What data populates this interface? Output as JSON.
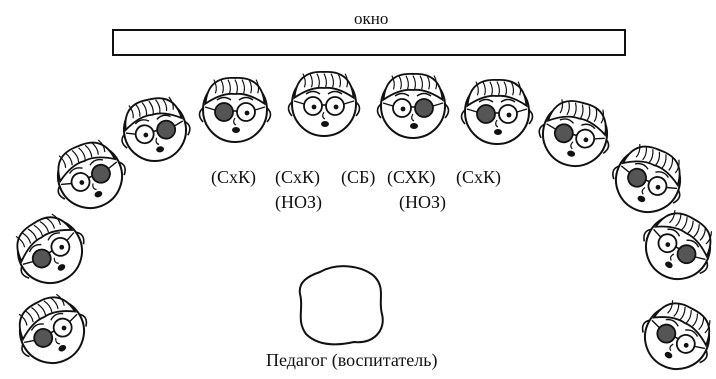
{
  "window_label": "окно",
  "teacher_label": "Педагог (воспитатель)",
  "condition_labels": {
    "l1": "(СхК)",
    "l2": "(СхК)",
    "l2b": "(НОЗ)",
    "l3": "(СБ)",
    "l4": "(СХК)",
    "l4b": "(НОЗ)",
    "l5": "(СхК)"
  },
  "colors": {
    "ink": "#111111",
    "lens_dark": "#555555",
    "background": "#ffffff"
  }
}
